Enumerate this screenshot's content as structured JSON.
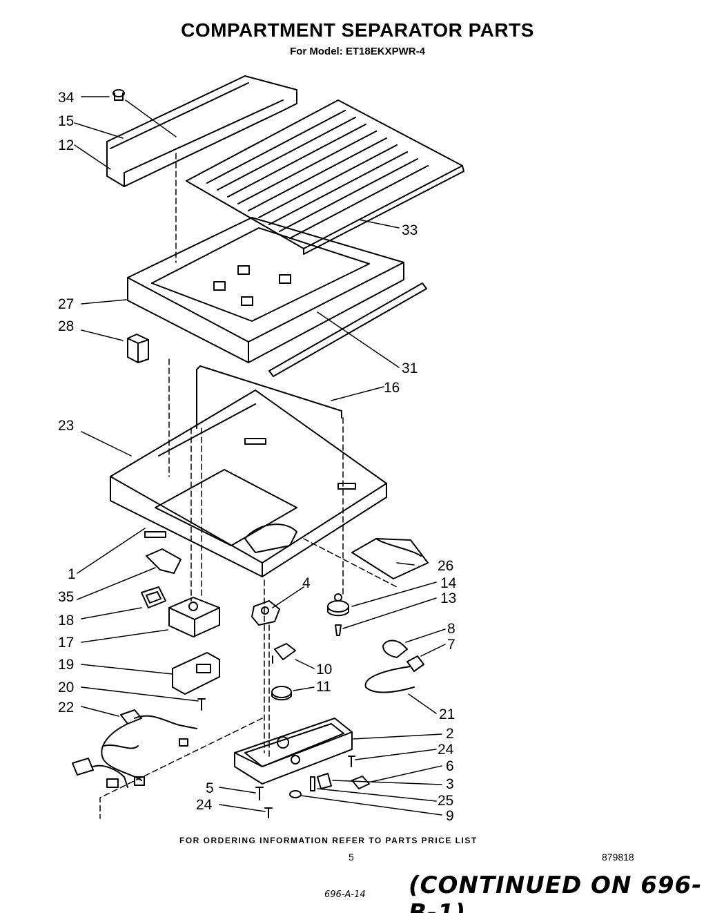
{
  "header": {
    "title": "COMPARTMENT SEPARATOR PARTS",
    "subtitle": "For Model: ET18EKXPWR-4"
  },
  "callouts": [
    {
      "id": "c34",
      "label": "34"
    },
    {
      "id": "c15",
      "label": "15"
    },
    {
      "id": "c12",
      "label": "12"
    },
    {
      "id": "c33",
      "label": "33"
    },
    {
      "id": "c27",
      "label": "27"
    },
    {
      "id": "c28",
      "label": "28"
    },
    {
      "id": "c31",
      "label": "31"
    },
    {
      "id": "c16",
      "label": "16"
    },
    {
      "id": "c23",
      "label": "23"
    },
    {
      "id": "c26",
      "label": "26"
    },
    {
      "id": "c1",
      "label": "1"
    },
    {
      "id": "c14",
      "label": "14"
    },
    {
      "id": "c35",
      "label": "35"
    },
    {
      "id": "c4",
      "label": "4"
    },
    {
      "id": "c13",
      "label": "13"
    },
    {
      "id": "c18",
      "label": "18"
    },
    {
      "id": "c8",
      "label": "8"
    },
    {
      "id": "c17",
      "label": "17"
    },
    {
      "id": "c7",
      "label": "7"
    },
    {
      "id": "c19",
      "label": "19"
    },
    {
      "id": "c10",
      "label": "10"
    },
    {
      "id": "c11",
      "label": "11"
    },
    {
      "id": "c20",
      "label": "20"
    },
    {
      "id": "c21",
      "label": "21"
    },
    {
      "id": "c22",
      "label": "22"
    },
    {
      "id": "c2",
      "label": "2"
    },
    {
      "id": "c24a",
      "label": "24"
    },
    {
      "id": "c6",
      "label": "6"
    },
    {
      "id": "c5",
      "label": "5"
    },
    {
      "id": "c3",
      "label": "3"
    },
    {
      "id": "c25",
      "label": "25"
    },
    {
      "id": "c24b",
      "label": "24"
    },
    {
      "id": "c9",
      "label": "9"
    }
  ],
  "footer": {
    "ordering_note": "FOR ORDERING INFORMATION REFER TO PARTS PRICE LIST",
    "page_number": "5",
    "doc_number": "879818",
    "handwritten_ref": "696-A-14",
    "continued_note": "(CONTINUED ON 696-B-1)"
  }
}
